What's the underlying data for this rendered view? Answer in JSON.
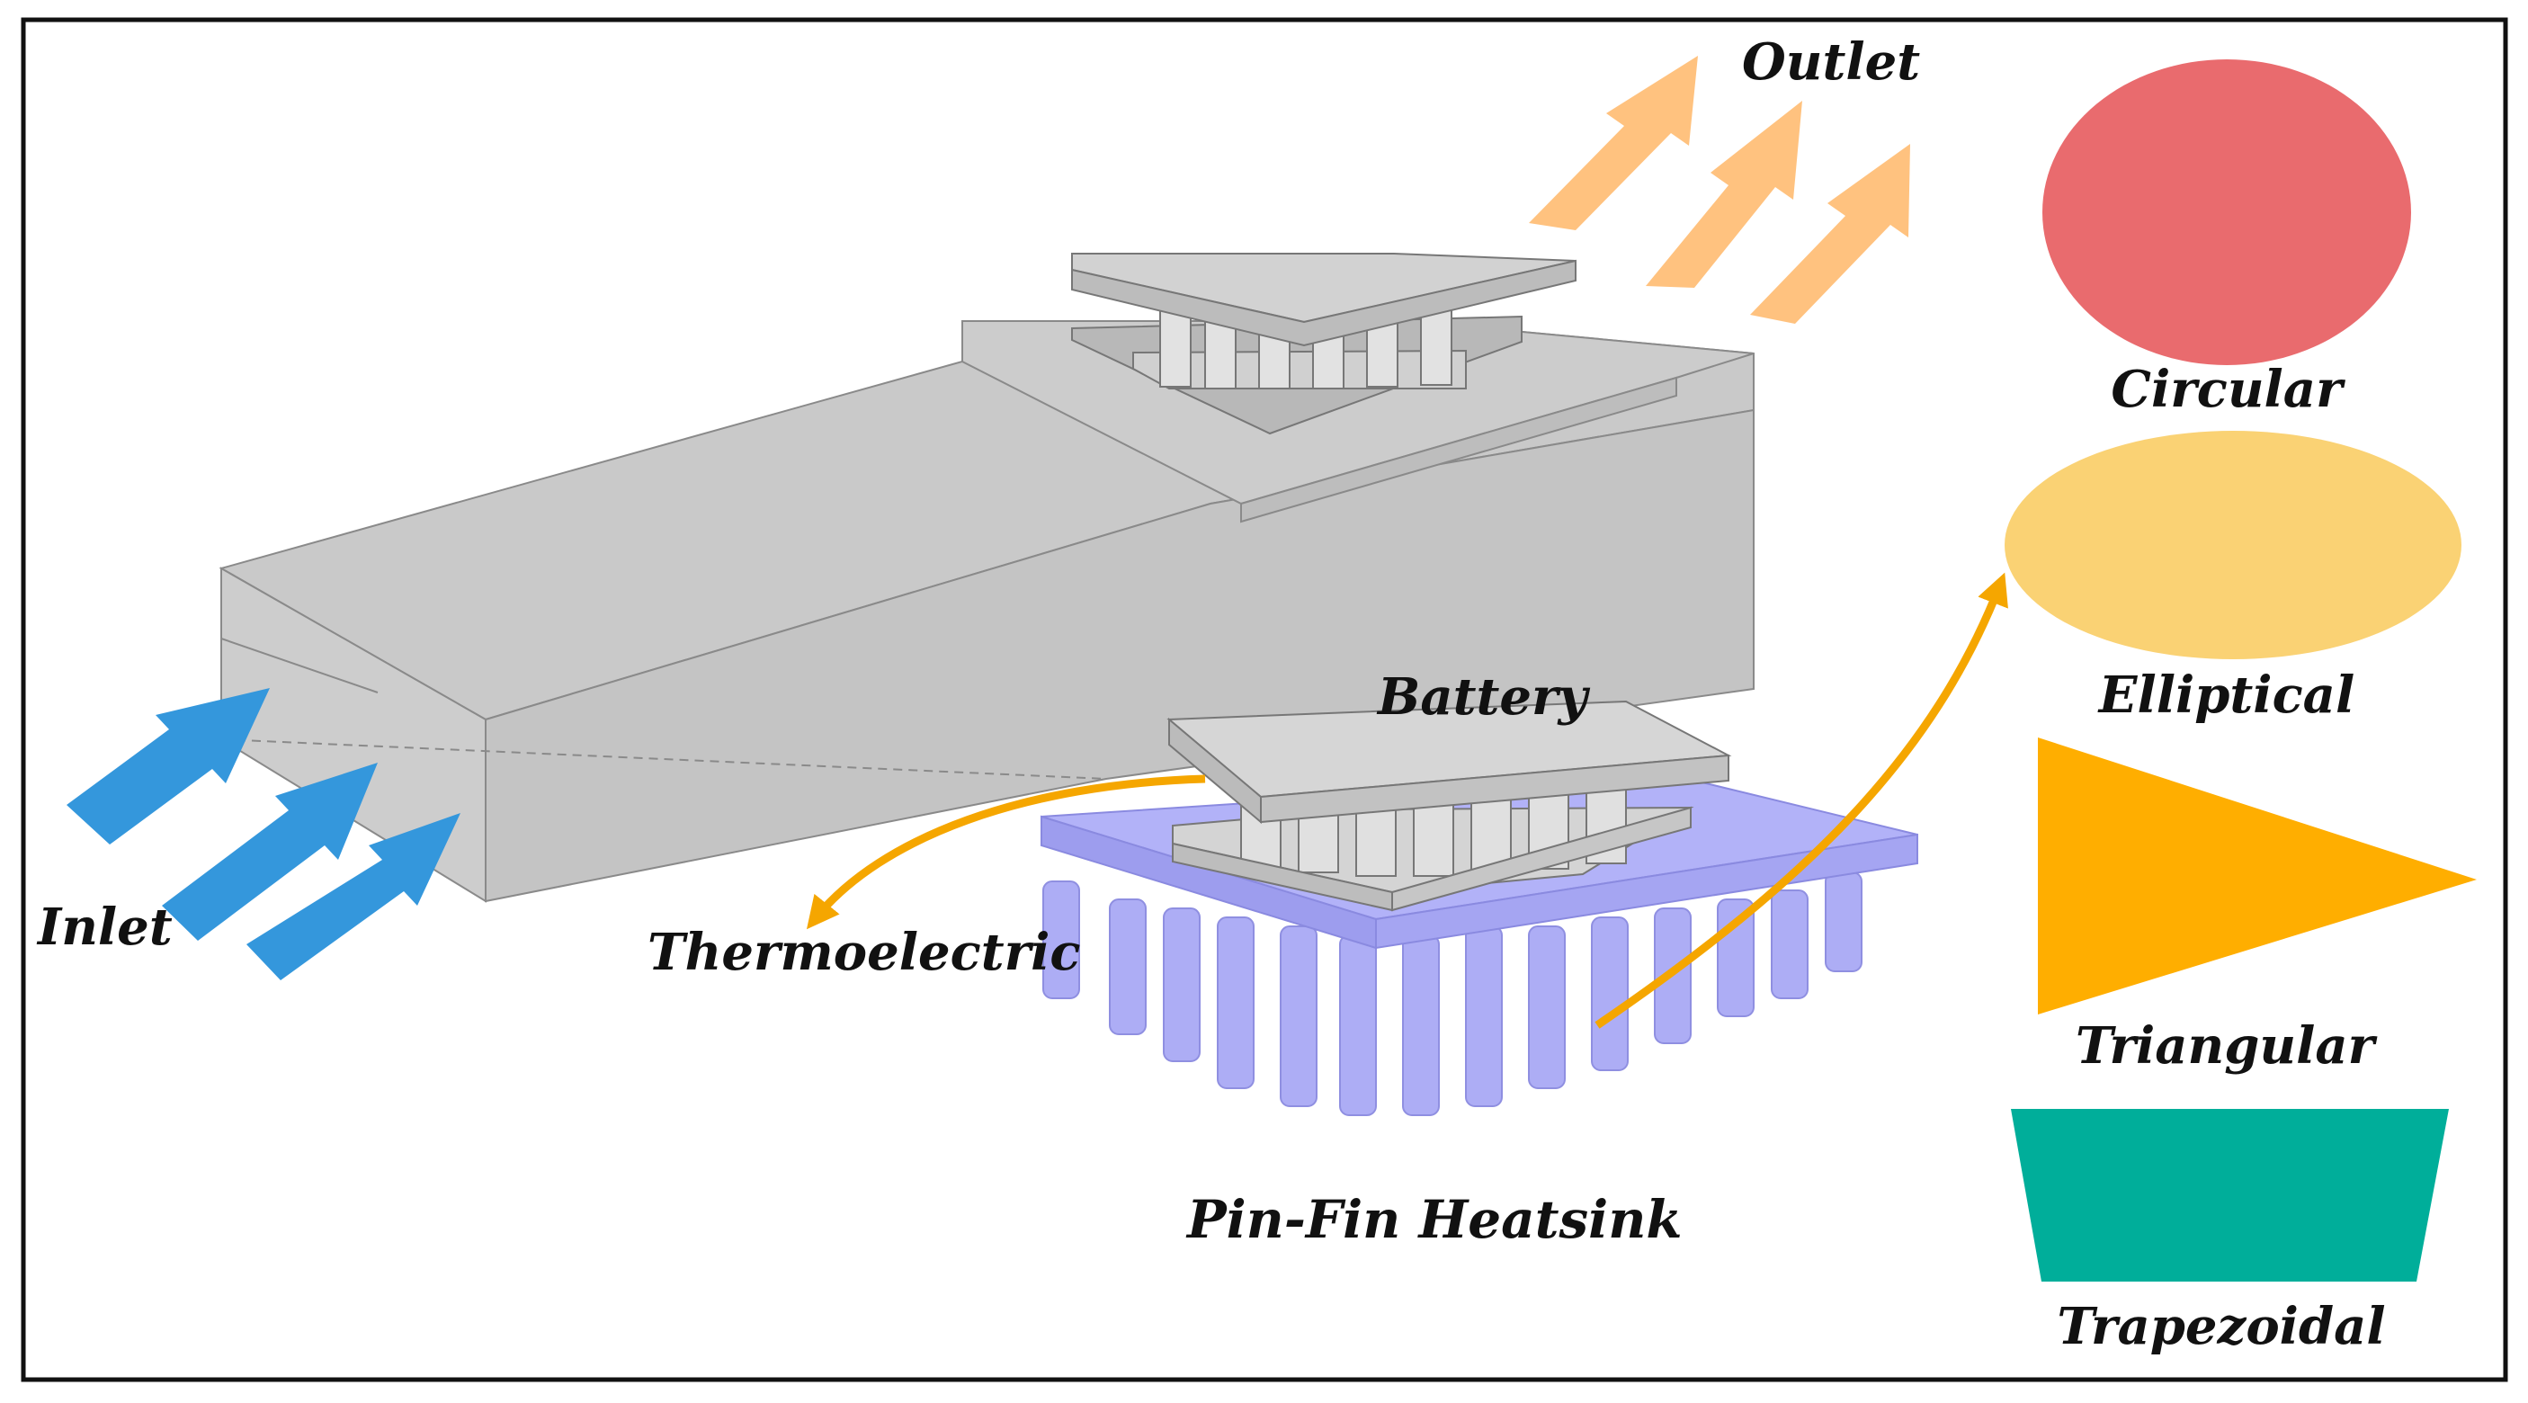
{
  "labels": {
    "outlet": "Outlet",
    "inlet": "Inlet",
    "battery": "Battery",
    "thermoelectric": "Thermoelectric",
    "heatsink": "Pin-Fin Heatsink"
  },
  "shapes": [
    {
      "id": "circular",
      "label": "Circular",
      "color": "#E96B6E"
    },
    {
      "id": "elliptical",
      "label": "Elliptical",
      "color": "#FAD274"
    },
    {
      "id": "triangular",
      "label": "Triangular",
      "color": "#FFAE00"
    },
    {
      "id": "trapezoidal",
      "label": "Trapezoidal",
      "color": "#00AE9A"
    }
  ],
  "colors": {
    "inlet_arrows": "#3497DC",
    "outlet_arrows": "#FFC27F",
    "callout_arrows": "#F5A600",
    "duct": "#C9C9C9",
    "heatsink": "#A9A9F5",
    "border": "#111111"
  }
}
